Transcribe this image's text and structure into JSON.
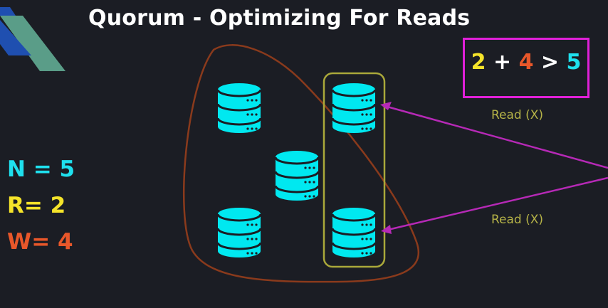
{
  "title": "Quorum - Optimizing For Reads",
  "params": {
    "n": "N = 5",
    "r": "R=  2",
    "w": "W= 4"
  },
  "formula": {
    "left": "2",
    "plus": " + ",
    "middle": "4",
    "gt": " > ",
    "right": "5"
  },
  "read_labels": [
    "Read (X)",
    "Read (X)"
  ],
  "colors": {
    "background": "#1b1d24",
    "database": "#00e8f0",
    "n": "#1fe0ee",
    "r": "#f4e32a",
    "w": "#e8572a",
    "formula_box": "#e020d8",
    "read_group": "#aaa83a",
    "write_group": "#8a3a1c",
    "arrow": "#b629b6"
  },
  "icons": [
    "database-icon",
    "logo-stripes"
  ]
}
